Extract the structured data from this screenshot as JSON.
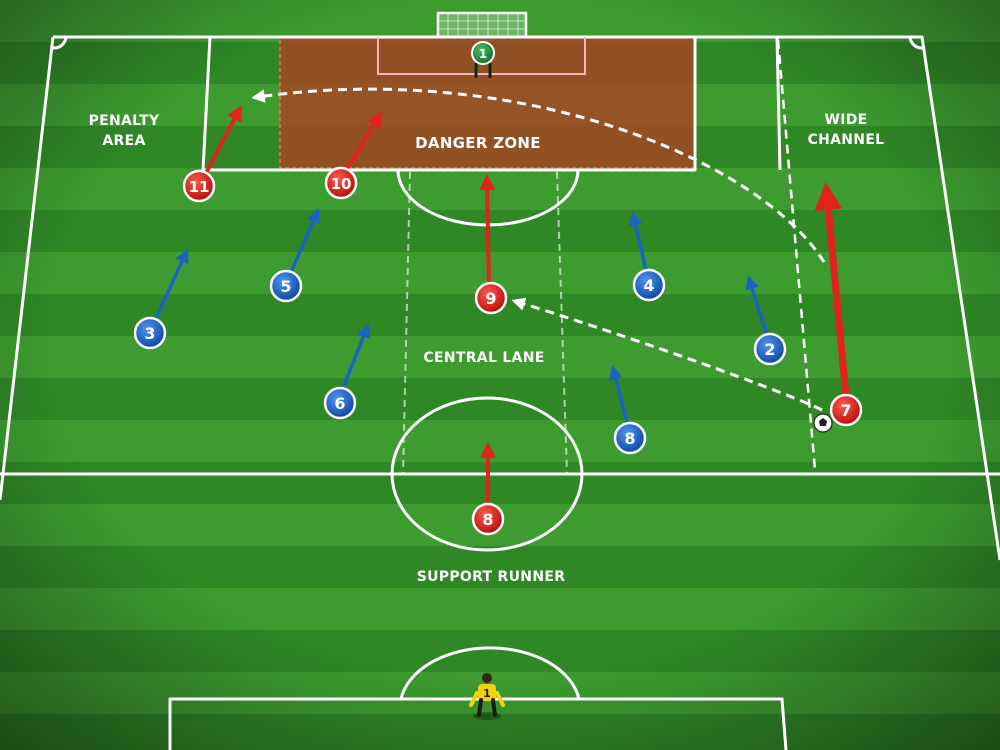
{
  "diagram": {
    "zone_labels": {
      "penalty_area_line1": "PENALTY",
      "penalty_area_line2": "AREA",
      "danger_zone": "DANGER ZONE",
      "wide_channel_line1": "WIDE",
      "wide_channel_line2": "CHANNEL",
      "central_lane": "CENTRAL LANE",
      "support_runner": "SUPPORT RUNNER"
    },
    "colors": {
      "attacking_team": "#e0231d",
      "defending_team": "#1a63c4",
      "opposition_goalkeeper": "#1e8f3a",
      "own_goalkeeper": "#f2d20a",
      "danger_zone_fill": "#a04a26",
      "pitch_light": "#3f9e32",
      "pitch_dark": "#2f8a27"
    },
    "attackers": [
      {
        "number": "11",
        "role": "attacker"
      },
      {
        "number": "10",
        "role": "attacker"
      },
      {
        "number": "9",
        "role": "attacker"
      },
      {
        "number": "7",
        "role": "attacker",
        "has_ball": true
      },
      {
        "number": "8",
        "role": "attacker"
      }
    ],
    "defenders": [
      {
        "number": "3"
      },
      {
        "number": "5"
      },
      {
        "number": "6"
      },
      {
        "number": "4"
      },
      {
        "number": "2"
      },
      {
        "number": "8"
      }
    ],
    "goalkeepers": [
      {
        "number": "1",
        "team": "opposition"
      },
      {
        "number": "1",
        "team": "own"
      }
    ],
    "passes": [
      {
        "from": "7",
        "to": "9",
        "type": "ground pass"
      },
      {
        "from": "7",
        "to": "11",
        "type": "lofted cross"
      }
    ],
    "icons": [
      "soccer-ball-icon",
      "goal-net-icon",
      "player-figure-icon"
    ]
  }
}
